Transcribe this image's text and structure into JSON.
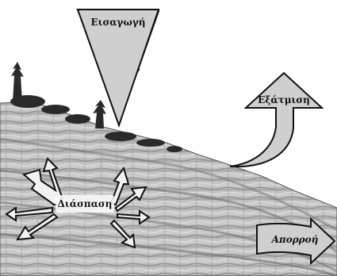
{
  "labels": {
    "input": "Εισαγωγή",
    "uplift": "Εξάτμιση",
    "breakdown": "Διάσπαση",
    "runoff": "Απορροή"
  },
  "colors": {
    "sky": "#ffffff",
    "rock_light": "#d6d6d6",
    "rock_mid": "#a9a9a9",
    "rock_dark": "#6a6a6a",
    "vegetation": "#2a2a2a",
    "arrow_fill": "#cfcfcf",
    "arrow_stroke": "#111111"
  },
  "icons": {
    "input": "down-arrow-icon",
    "uplift": "curved-up-arrow-icon",
    "breakdown_left": "multi-arrow-burst-icon",
    "breakdown_right": "multi-arrow-burst-icon",
    "runoff": "right-arrow-icon"
  }
}
